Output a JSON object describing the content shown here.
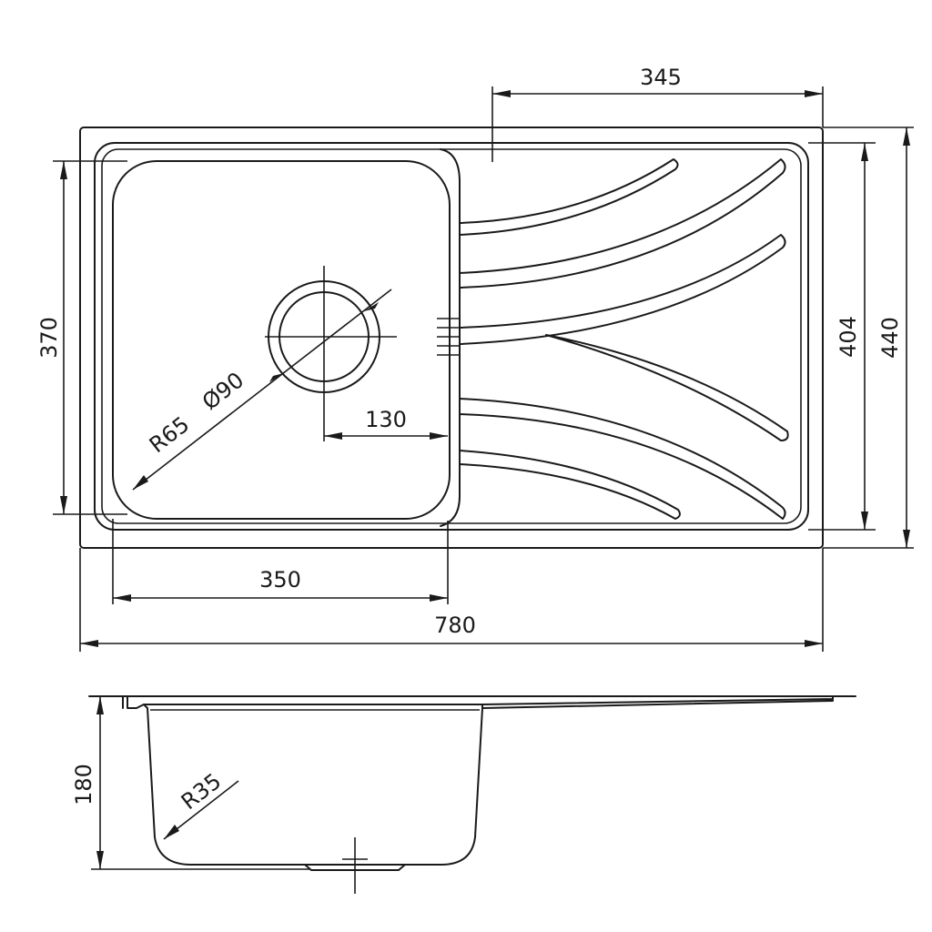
{
  "dimensions": {
    "overall_length": "780",
    "overall_width": "440",
    "inner_width": "404",
    "bowl_width": "370",
    "bowl_length": "350",
    "drainer_length": "345",
    "drain_offset": "130",
    "drain_diameter": "Ø90",
    "corner_radius": "R65",
    "bowl_depth": "180",
    "section_radius": "R35"
  }
}
